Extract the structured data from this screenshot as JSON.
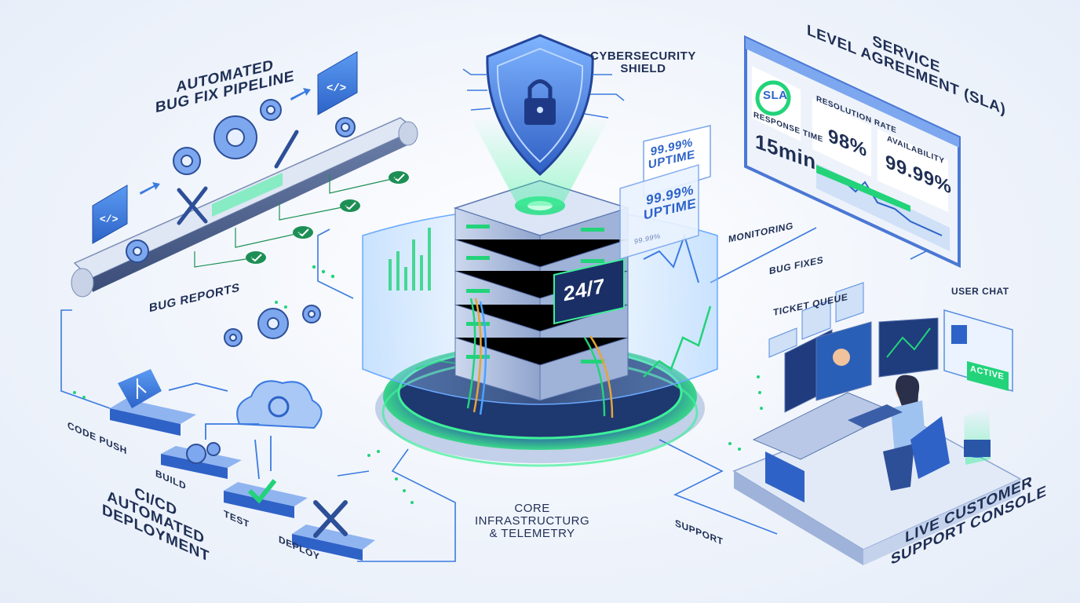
{
  "pipeline": {
    "title_line1": "AUTOMATED",
    "title_line2": "BUG FIX PIPELINE",
    "bug_reports": "BUG REPORTS"
  },
  "cicd": {
    "title_line1": "CI/CD",
    "title_line2": "AUTOMATED",
    "title_line3": "DEPLOYMENT",
    "steps": [
      "CODE PUSH",
      "BUILD",
      "TEST",
      "DEPLOY"
    ]
  },
  "shield": {
    "title_line1": "CYBERSECURITY",
    "title_line2": "SHIELD"
  },
  "core": {
    "title_line1": "CORE",
    "title_line2": "INFRASTRUCTURG",
    "title_line3": "& TELEMETRY",
    "screen": "24/7"
  },
  "uptime": {
    "big": "99.99%",
    "label": "UPTIME",
    "small": "99.99%"
  },
  "sla": {
    "title_line1": "SERVICE",
    "title_line2": "LEVEL AGREEMENT (SLA)",
    "badge": "SLA",
    "response_label": "RESPONSE TIME",
    "response_value": "15min",
    "resolution_label": "RESOLUTION RATE",
    "resolution_value": "98%",
    "availability_label": "AVAILABILITY",
    "availability_value": "99.99%"
  },
  "flows": {
    "monitoring": "MONITORING",
    "bug_fixes": "BUG FIXES",
    "support": "SUPPORT"
  },
  "console": {
    "title_line1": "LIVE CUSTOMER",
    "title_line2": "SUPPORT CONSOLE",
    "ticket_queue": "TICKET QUEUE",
    "user_chat": "USER CHAT",
    "active": "ACTIVE"
  },
  "colors": {
    "accent_blue": "#3b7be0",
    "accent_green": "#22d37a",
    "text_navy": "#1f2f55"
  }
}
